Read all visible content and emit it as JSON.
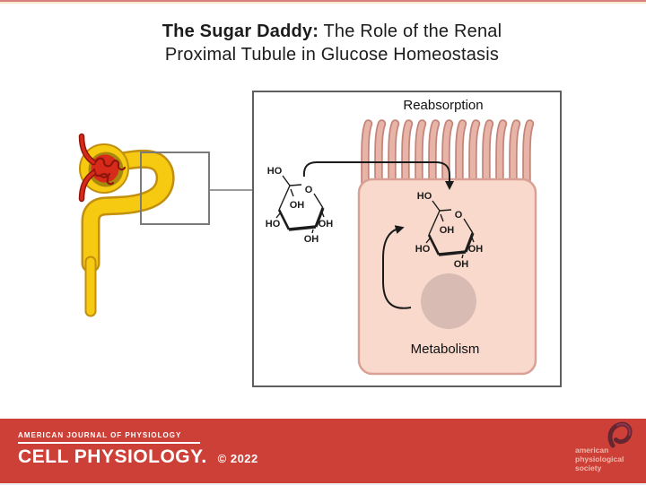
{
  "title": {
    "bold": "The Sugar Daddy:",
    "regular": " The Role of the Renal",
    "line2": "Proximal Tubule in Glucose Homeostasis"
  },
  "diagram": {
    "reabsorption_label": "Reabsorption",
    "metabolism_label": "Metabolism",
    "chem": {
      "ho": "HO",
      "oh": "OH",
      "o": "O"
    }
  },
  "footer": {
    "series": "AMERICAN JOURNAL OF PHYSIOLOGY",
    "journal": "CELL PHYSIOLOGY.",
    "copyright": "© 2022",
    "society_line1": "american",
    "society_line2": "physiological",
    "society_line3": "society"
  },
  "colors": {
    "banner_red": "#cd4037",
    "nephron_yellow": "#f7ca12",
    "nephron_outline": "#c28f0e",
    "glomerulus_red": "#d82a1a",
    "cell_fill": "#f8d9cc",
    "cell_border": "#d9a195",
    "microvilli_fill": "#e9b4a8",
    "microvilli_outline": "#c2857a",
    "nucleus_fill": "#d8bbb3",
    "box_border": "#5f5f5f"
  }
}
